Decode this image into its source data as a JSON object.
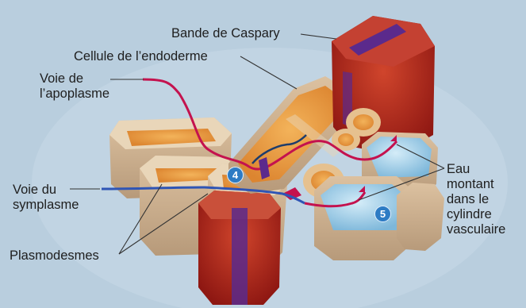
{
  "labels": {
    "casparian_strip": "Bande de Caspary",
    "endoderm_cell": "Cellule de l’endoderme",
    "apoplast_route": "Voie de\nl’apoplasme",
    "symplast_route": "Voie du\nsymplasme",
    "plasmodesmata": "Plasmodesmes",
    "water_rising": "Eau\nmontant\ndans le\ncylindre\nvasculaire"
  },
  "markers": {
    "step_4": "4",
    "step_5": "5"
  },
  "colors": {
    "background": "#b9cede",
    "apoplast_path": "#c4124e",
    "symplast_path": "#2f55b5",
    "casparian_strip": "#5b2a8c",
    "cell_wall": "#e8d4b6",
    "cytoplasm": "#e89a3c",
    "vascular_cell": "#a9d3ec",
    "endoderm_red": "#b8231c",
    "marker": "#2d7bc4"
  }
}
